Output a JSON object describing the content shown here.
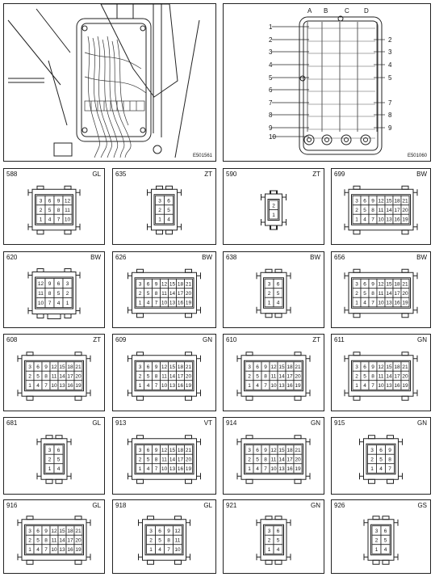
{
  "figures": {
    "photo_ref": "E501561",
    "fusebox_ref": "E501060"
  },
  "fusebox": {
    "columns": [
      "A",
      "B",
      "C",
      "D"
    ],
    "rows": [
      "1",
      "2",
      "3",
      "4",
      "5",
      "6",
      "7",
      "8",
      "9",
      "10"
    ],
    "right_rows": [
      "2",
      "3",
      "4",
      "5",
      "7",
      "8",
      "9"
    ]
  },
  "connectors": [
    {
      "id": "588",
      "code": "GL",
      "kind": "g3",
      "cols": [
        [
          "3",
          "2",
          "1"
        ],
        [
          "6",
          "5",
          "4"
        ],
        [
          "9",
          "8",
          "7"
        ],
        [
          "12",
          "11",
          "10"
        ]
      ]
    },
    {
      "id": "635",
      "code": "ZT",
      "kind": "g2",
      "cols": [
        [
          "3",
          "2",
          "1"
        ],
        [
          "6",
          "5",
          "4"
        ]
      ]
    },
    {
      "id": "590",
      "code": "ZT",
      "kind": "g1",
      "cols": [
        [
          "2",
          "1"
        ]
      ]
    },
    {
      "id": "699",
      "code": "BW",
      "kind": "g3",
      "cols": [
        [
          "3",
          "2",
          "1"
        ],
        [
          "6",
          "5",
          "4"
        ],
        [
          "9",
          "8",
          "7"
        ],
        [
          "12",
          "11",
          "10"
        ],
        [
          "15",
          "14",
          "13"
        ],
        [
          "18",
          "17",
          "16"
        ],
        [
          "21",
          "20",
          "19"
        ]
      ]
    },
    {
      "id": "620",
      "code": "BW",
      "kind": "mini",
      "cols": [
        [
          "12",
          "11",
          "10"
        ],
        [
          "9",
          "8",
          "7"
        ],
        [
          "6",
          "5",
          "4"
        ],
        [
          "3",
          "2",
          "1"
        ]
      ]
    },
    {
      "id": "626",
      "code": "BW",
      "kind": "g3",
      "cols": [
        [
          "3",
          "2",
          "1"
        ],
        [
          "6",
          "5",
          "4"
        ],
        [
          "9",
          "8",
          "7"
        ],
        [
          "12",
          "11",
          "10"
        ],
        [
          "15",
          "14",
          "13"
        ],
        [
          "18",
          "17",
          "16"
        ],
        [
          "21",
          "20",
          "19"
        ]
      ]
    },
    {
      "id": "638",
      "code": "BW",
      "kind": "g2",
      "cols": [
        [
          "3",
          "2",
          "1"
        ],
        [
          "6",
          "5",
          "4"
        ]
      ]
    },
    {
      "id": "656",
      "code": "BW",
      "kind": "g3",
      "cols": [
        [
          "3",
          "2",
          "1"
        ],
        [
          "6",
          "5",
          "4"
        ],
        [
          "9",
          "8",
          "7"
        ],
        [
          "12",
          "11",
          "10"
        ],
        [
          "15",
          "14",
          "13"
        ],
        [
          "18",
          "17",
          "16"
        ],
        [
          "21",
          "20",
          "19"
        ]
      ]
    },
    {
      "id": "608",
      "code": "ZT",
      "kind": "g3",
      "cols": [
        [
          "3",
          "2",
          "1"
        ],
        [
          "6",
          "5",
          "4"
        ],
        [
          "9",
          "8",
          "7"
        ],
        [
          "12",
          "11",
          "10"
        ],
        [
          "15",
          "14",
          "13"
        ],
        [
          "18",
          "17",
          "16"
        ],
        [
          "21",
          "20",
          "19"
        ]
      ]
    },
    {
      "id": "609",
      "code": "GN",
      "kind": "g3",
      "cols": [
        [
          "3",
          "2",
          "1"
        ],
        [
          "6",
          "5",
          "4"
        ],
        [
          "9",
          "8",
          "7"
        ],
        [
          "12",
          "11",
          "10"
        ],
        [
          "15",
          "14",
          "13"
        ],
        [
          "18",
          "17",
          "16"
        ],
        [
          "21",
          "20",
          "19"
        ]
      ]
    },
    {
      "id": "610",
      "code": "ZT",
      "kind": "g3",
      "cols": [
        [
          "3",
          "2",
          "1"
        ],
        [
          "6",
          "5",
          "4"
        ],
        [
          "9",
          "8",
          "7"
        ],
        [
          "12",
          "11",
          "10"
        ],
        [
          "15",
          "14",
          "13"
        ],
        [
          "18",
          "17",
          "16"
        ],
        [
          "21",
          "20",
          "19"
        ]
      ]
    },
    {
      "id": "611",
      "code": "GN",
      "kind": "g3",
      "cols": [
        [
          "3",
          "2",
          "1"
        ],
        [
          "6",
          "5",
          "4"
        ],
        [
          "9",
          "8",
          "7"
        ],
        [
          "12",
          "11",
          "10"
        ],
        [
          "15",
          "14",
          "13"
        ],
        [
          "18",
          "17",
          "16"
        ],
        [
          "21",
          "20",
          "19"
        ]
      ]
    },
    {
      "id": "681",
      "code": "GL",
      "kind": "g2",
      "cols": [
        [
          "3",
          "2",
          "1"
        ],
        [
          "6",
          "5",
          "4"
        ]
      ]
    },
    {
      "id": "913",
      "code": "VT",
      "kind": "g3",
      "cols": [
        [
          "3",
          "2",
          "1"
        ],
        [
          "6",
          "5",
          "4"
        ],
        [
          "9",
          "8",
          "7"
        ],
        [
          "12",
          "11",
          "10"
        ],
        [
          "15",
          "14",
          "13"
        ],
        [
          "18",
          "17",
          "16"
        ],
        [
          "21",
          "20",
          "19"
        ]
      ]
    },
    {
      "id": "914",
      "code": "GN",
      "kind": "g3",
      "cols": [
        [
          "3",
          "2",
          "1"
        ],
        [
          "6",
          "5",
          "4"
        ],
        [
          "9",
          "8",
          "7"
        ],
        [
          "12",
          "11",
          "10"
        ],
        [
          "15",
          "14",
          "13"
        ],
        [
          "18",
          "17",
          "16"
        ],
        [
          "21",
          "20",
          "19"
        ]
      ]
    },
    {
      "id": "915",
      "code": "GN",
      "kind": "g3",
      "cols": [
        [
          "3",
          "2",
          "1"
        ],
        [
          "6",
          "5",
          "4"
        ],
        [
          "9",
          "8",
          "7"
        ]
      ]
    },
    {
      "id": "916",
      "code": "GL",
      "kind": "g3",
      "cols": [
        [
          "3",
          "2",
          "1"
        ],
        [
          "6",
          "5",
          "4"
        ],
        [
          "9",
          "8",
          "7"
        ],
        [
          "12",
          "11",
          "10"
        ],
        [
          "15",
          "14",
          "13"
        ],
        [
          "18",
          "17",
          "16"
        ],
        [
          "21",
          "20",
          "19"
        ]
      ]
    },
    {
      "id": "918",
      "code": "GL",
      "kind": "g3",
      "cols": [
        [
          "3",
          "2",
          "1"
        ],
        [
          "6",
          "5",
          "4"
        ],
        [
          "9",
          "8",
          "7"
        ],
        [
          "12",
          "11",
          "10"
        ]
      ]
    },
    {
      "id": "921",
      "code": "GN",
      "kind": "g2",
      "cols": [
        [
          "3",
          "2",
          "1"
        ],
        [
          "6",
          "5",
          "4"
        ]
      ]
    },
    {
      "id": "926",
      "code": "GS",
      "kind": "g2",
      "cols": [
        [
          "3",
          "2",
          "1"
        ],
        [
          "6",
          "5",
          "4"
        ]
      ]
    }
  ]
}
